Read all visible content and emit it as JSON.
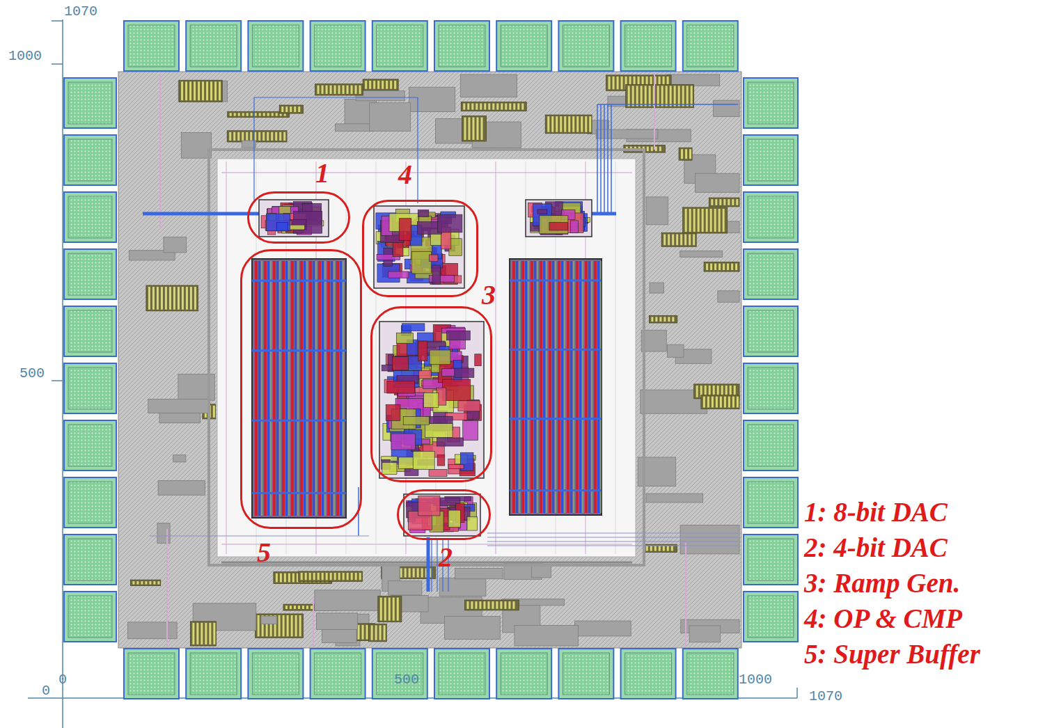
{
  "diagram": {
    "nodes": [
      {
        "text": [
          "1"
        ]
      },
      {
        "text": [
          "4"
        ]
      },
      {
        "text": [
          "3"
        ]
      },
      {
        "text": [
          "5"
        ]
      },
      {
        "text": [
          "2"
        ]
      }
    ],
    "labels": [
      "1070",
      "1000",
      "500",
      "0",
      "0",
      "500",
      "1000",
      "1070",
      "1: 8-bit DAC",
      "2: 4-bit DAC",
      "3: Ramp Gen.",
      "4: OP & CMP",
      "5: Super Buffer"
    ]
  }
}
